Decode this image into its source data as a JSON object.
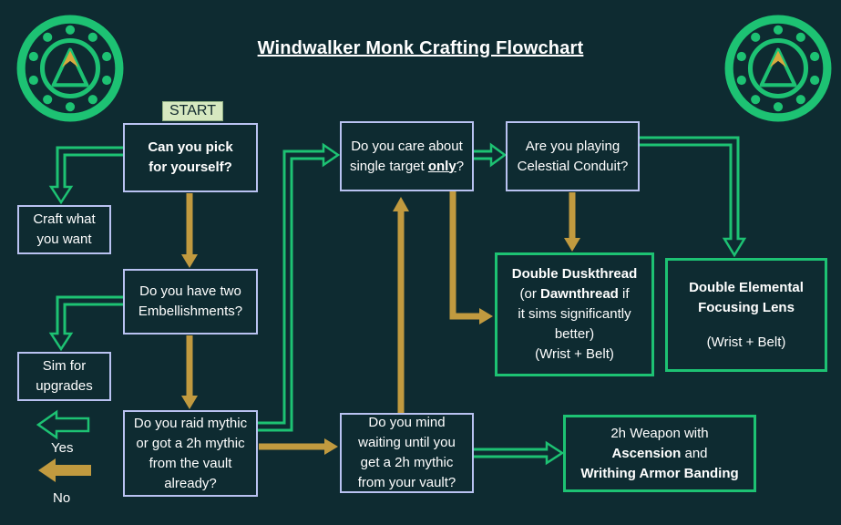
{
  "page": {
    "title": "Windwalker Monk Crafting Flowchart",
    "start_label": "START"
  },
  "legend": {
    "yes_label": "Yes",
    "no_label": "No"
  },
  "colors": {
    "background": "#0e2b31",
    "arrow_yes_green": "#1dc273",
    "arrow_no_gold": "#c19a3f",
    "question_border_blue": "#b9c2f1",
    "result_border_green": "#1dc273",
    "start_bg": "#d6e8c0"
  },
  "icons": {
    "emblem_left": "mountain-emblem",
    "emblem_right": "mountain-emblem"
  },
  "boxes": {
    "can_pick": {
      "l1": "Can you pick",
      "l2": "for yourself?"
    },
    "craft_what": {
      "l1": "Craft what",
      "l2": "you want"
    },
    "embellishments": {
      "l1": "Do you have two",
      "l2": "Embellishments?"
    },
    "sim_upgrades": {
      "l1": "Sim for",
      "l2": "upgrades"
    },
    "raid_mythic": {
      "l1": "Do you raid mythic",
      "l2": "or got a 2h mythic",
      "l3": "from the vault",
      "l4": "already?"
    },
    "single_target": {
      "l1": "Do you care about",
      "l2a": "single target ",
      "l2b": "only",
      "l2c": "?"
    },
    "celestial": {
      "l1": "Are you playing",
      "l2": "Celestial Conduit?"
    },
    "mind_waiting": {
      "l1": "Do you mind",
      "l2": "waiting until you",
      "l3": "get a 2h mythic",
      "l4": "from your vault?"
    },
    "duskthread": {
      "l1": "Double Duskthread",
      "l2a": "(or ",
      "l2b": "Dawnthread",
      "l2c": " if",
      "l3": "it sims significantly",
      "l4": "better)",
      "l5": "(Wrist + Belt)"
    },
    "focusing_lens": {
      "l1": "Double Elemental",
      "l2": "Focusing Lens",
      "l3": "(Wrist + Belt)"
    },
    "weapon": {
      "l1": "2h Weapon with",
      "l2a": "Ascension",
      "l2b": " and",
      "l3": "Writhing Armor Banding"
    }
  }
}
